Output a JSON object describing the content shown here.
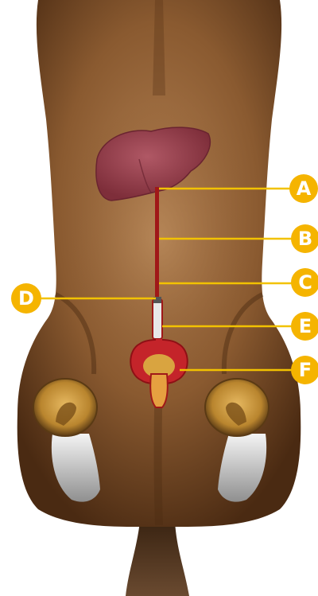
{
  "labels": [
    {
      "letter": "A",
      "anatomy": "hepatic-bile-duct"
    },
    {
      "letter": "B",
      "anatomy": "duct"
    },
    {
      "letter": "C",
      "anatomy": "duct"
    },
    {
      "letter": "D",
      "anatomy": "duct-junction"
    },
    {
      "letter": "E",
      "anatomy": "duct"
    },
    {
      "letter": "F",
      "anatomy": "bladder"
    }
  ],
  "colors": {
    "callout": "#f5b400",
    "callout_line": "#f2c200",
    "coat_dark": "#5a3418",
    "coat_mid": "#8a5a30",
    "coat_light": "#a8764a",
    "liver": "#9b4450",
    "duct": "#a01818",
    "hoof_gold": "#c7953c",
    "feather_white": "#e6e6e6",
    "background": "#ffffff"
  }
}
